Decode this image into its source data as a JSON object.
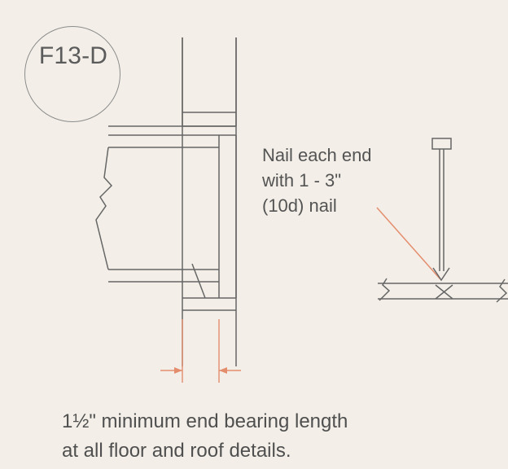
{
  "detail_id": "F13-D",
  "nail_note": "Nail each end\nwith 1 - 3\"\n(10d) nail",
  "caption": "1½\" minimum end bearing length\nat all floor and roof details.",
  "colors": {
    "paper": "#f3efe8",
    "ink": "#5a5a5a",
    "accent": "#e48d6d"
  }
}
